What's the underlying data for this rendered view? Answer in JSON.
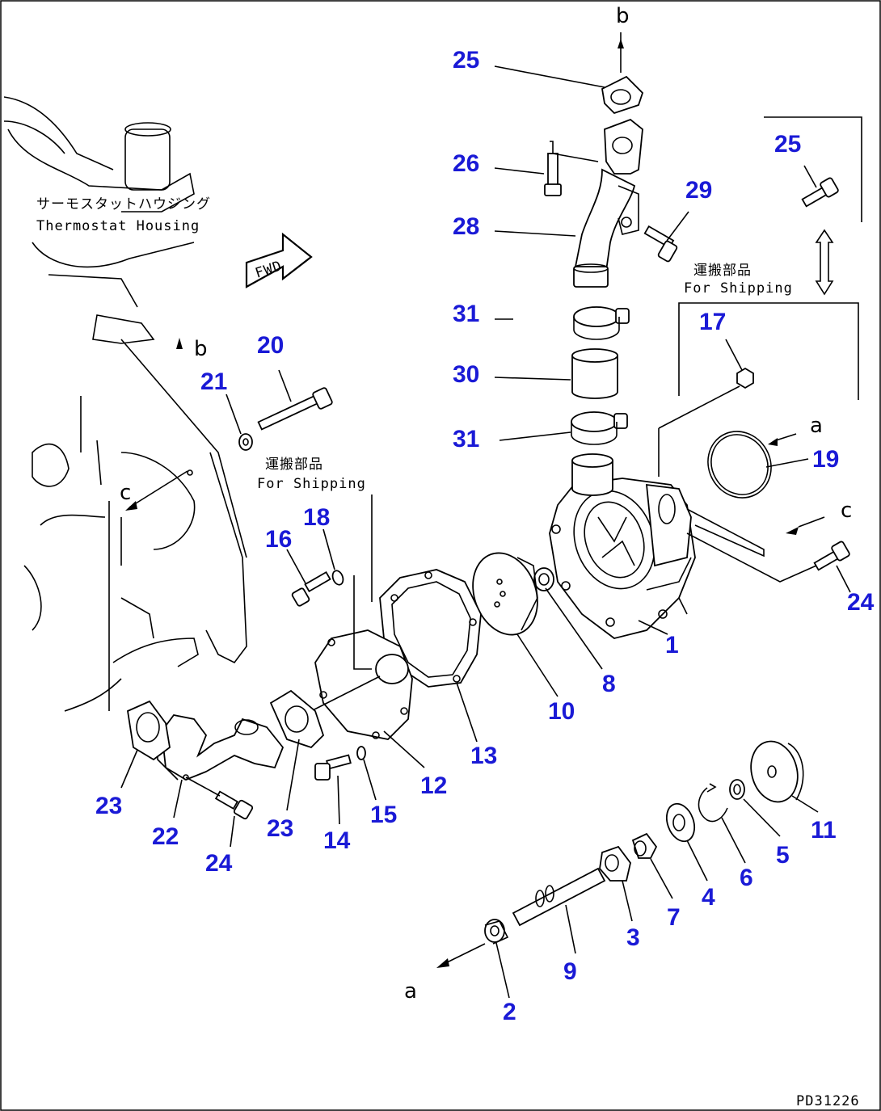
{
  "drawing_code": "PD31226",
  "labels": {
    "thermostat_housing_jp": "サーモスタットハウジング",
    "thermostat_housing_en": "Thermostat Housing",
    "fwd": "FWD",
    "for_shipping_jp": "運搬部品",
    "for_shipping_en": "For Shipping"
  },
  "markers": {
    "a": "a",
    "b": "b",
    "c": "c"
  },
  "callouts": [
    "1",
    "2",
    "3",
    "4",
    "5",
    "6",
    "7",
    "8",
    "9",
    "10",
    "11",
    "12",
    "13",
    "14",
    "15",
    "16",
    "17",
    "18",
    "19",
    "20",
    "21",
    "22",
    "23",
    "24",
    "25",
    "26",
    "28",
    "29",
    "30",
    "31"
  ]
}
